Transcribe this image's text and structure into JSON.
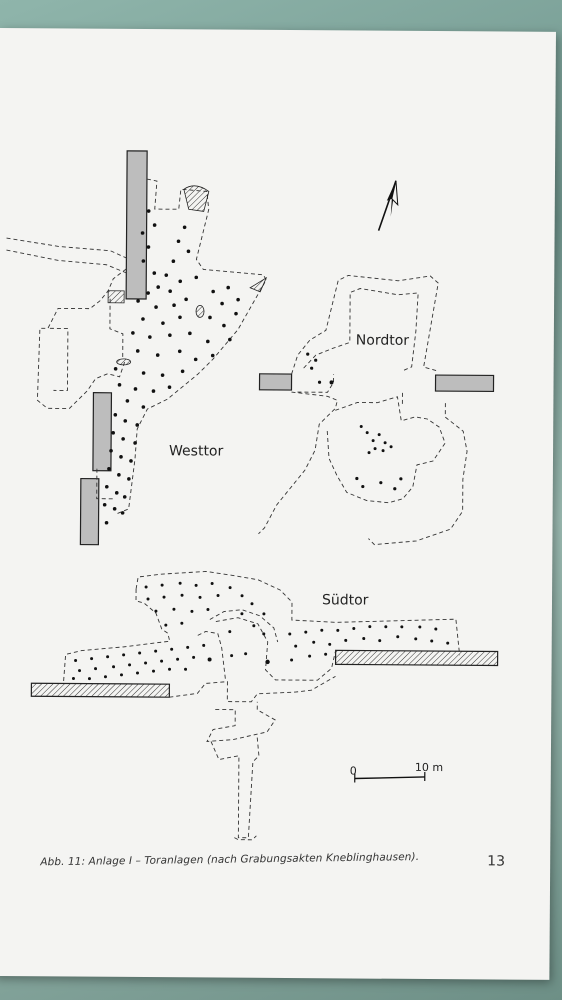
{
  "figure": {
    "labels": {
      "nordtor": "Nordtor",
      "westtor": "Westtor",
      "suedtor": "Südtor"
    },
    "scale_bar": {
      "start_label": "0",
      "end_label": "10 m"
    },
    "north_arrow_icon": "north-arrow-icon"
  },
  "caption": "Abb. 11: Anlage I – Toranlagen (nach Grabungsakten Kneblinghausen).",
  "page_number": "13",
  "colors": {
    "page": "#f4f4f2",
    "ink": "#222222",
    "wall_fill": "#bdbdbd",
    "background": "#7fa39a"
  }
}
